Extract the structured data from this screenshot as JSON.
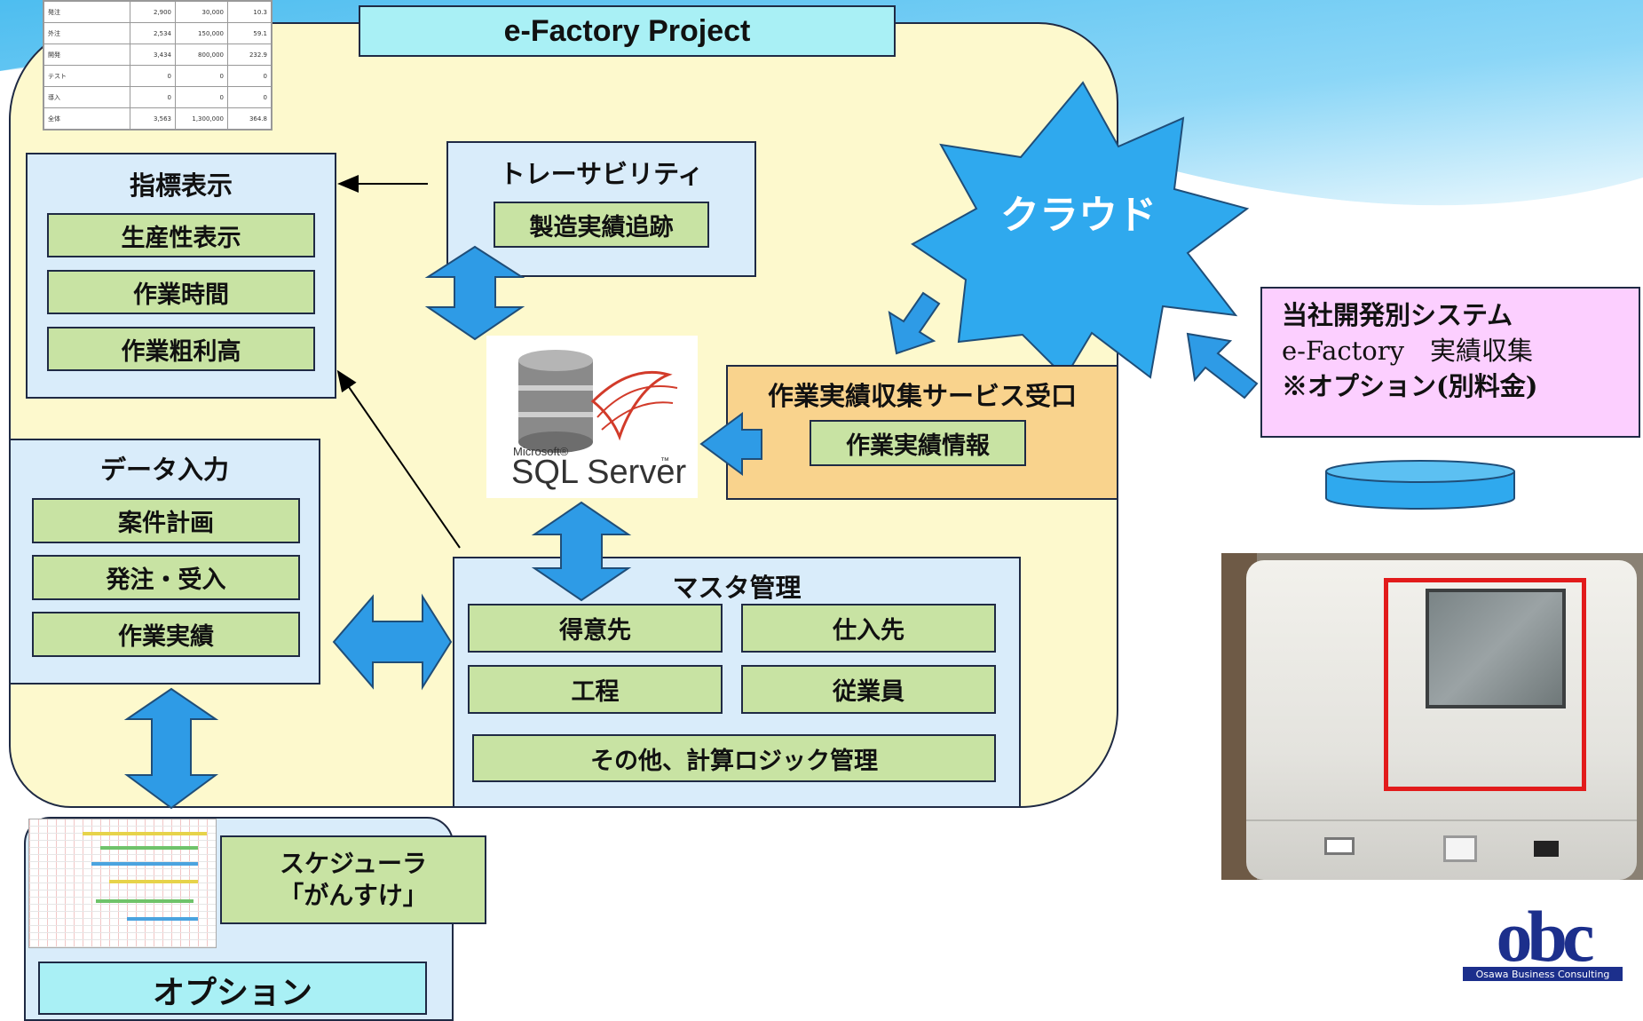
{
  "title": "e-Factory Project",
  "mini_table": {
    "rows": [
      [
        "発注",
        "2,900",
        "30,000",
        "10.3"
      ],
      [
        "外注",
        "2,534",
        "150,000",
        "59.1"
      ],
      [
        "開発",
        "3,434",
        "800,000",
        "232.9"
      ],
      [
        "テスト",
        "0",
        "0",
        "0"
      ],
      [
        "導入",
        "0",
        "0",
        "0"
      ],
      [
        "全体",
        "3,563",
        "1,300,000",
        "364.8"
      ]
    ]
  },
  "indicator": {
    "title": "指標表示",
    "items": [
      "生産性表示",
      "作業時間",
      "作業粗利高"
    ]
  },
  "traceability": {
    "title": "トレーサビリティ",
    "item": "製造実績追跡"
  },
  "cloud": {
    "label": "クラウド"
  },
  "sqlserver": {
    "microsoft": "Microsoft®",
    "name": "SQL Server",
    "tm": "™"
  },
  "collection": {
    "title": "作業実績収集サービス受口",
    "item": "作業実績情報"
  },
  "own_system": {
    "line1": "当社開発別システム",
    "line2": "e-Factory　実績収集",
    "line3": "※オプション(別料金)"
  },
  "data_input": {
    "title": "データ入力",
    "items": [
      "案件計画",
      "発注・受入",
      "作業実績"
    ]
  },
  "master": {
    "title": "マスタ管理",
    "items": [
      "得意先",
      "仕入先",
      "工程",
      "従業員"
    ],
    "wide_item": "その他、計算ロジック管理"
  },
  "scheduler": {
    "line1": "スケジューラ",
    "line2": "「がんすけ」"
  },
  "option": {
    "label": "オプション"
  },
  "logo": {
    "text": "obc",
    "subtitle": "Osawa Business Consulting"
  },
  "colors": {
    "arrow": "#2e9be6",
    "arrow_stroke": "#1f4e79",
    "project_bg": "#fdf9cd",
    "panel_bg": "#d9ecfa",
    "green_box": "#c8e3a3",
    "orange_box": "#f9d38d",
    "pink_box": "#fccfff",
    "cloud": "#2fa9ee",
    "title_bar": "#a9f0f5",
    "logo_blue": "#1c2f8c",
    "logo_red": "#d9262c"
  }
}
